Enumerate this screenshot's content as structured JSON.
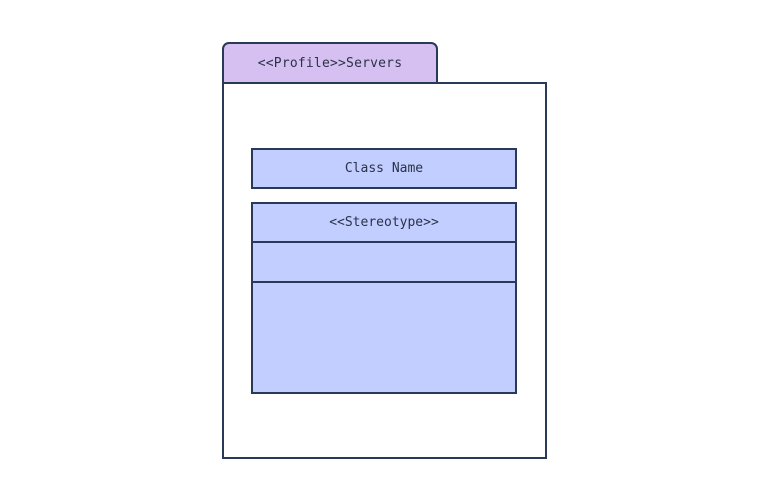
{
  "package": {
    "title": "<<Profile>>Servers"
  },
  "class_name": {
    "label": "Class Name"
  },
  "class_box": {
    "stereotype": "<<Stereotype>>"
  },
  "colors": {
    "tab_fill": "#d6c0f2",
    "class_fill": "#c2ceff",
    "stroke": "#283a58",
    "text": "#2b3246"
  }
}
